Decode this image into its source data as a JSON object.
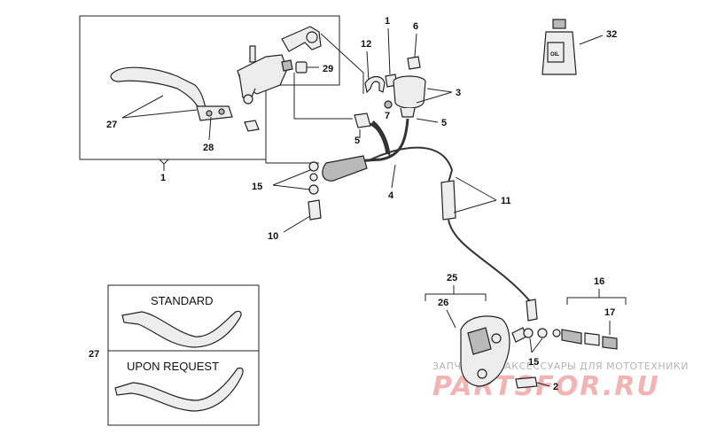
{
  "callouts": {
    "c1_top": "1",
    "c1_bottom": "1",
    "c2": "2",
    "c3": "3",
    "c4": "4",
    "c5_a": "5",
    "c5_b": "5",
    "c6": "6",
    "c7": "7",
    "c10": "10",
    "c11": "11",
    "c12": "12",
    "c15_a": "15",
    "c15_b": "15",
    "c16": "16",
    "c17": "17",
    "c25": "25",
    "c26": "26",
    "c27_a": "27",
    "c27_b": "27",
    "c28": "28",
    "c29": "29",
    "c32": "32"
  },
  "inset": {
    "standard_label": "STANDARD",
    "upon_request_label": "UPON REQUEST"
  },
  "bottle": {
    "label_text": "OIL"
  },
  "watermark": {
    "top_line": "ЗАПЧАСТИ И АКСЕССУАРЫ ДЛЯ МОТОТЕХНИКИ",
    "site_name": "PARTSFOR.RU"
  }
}
